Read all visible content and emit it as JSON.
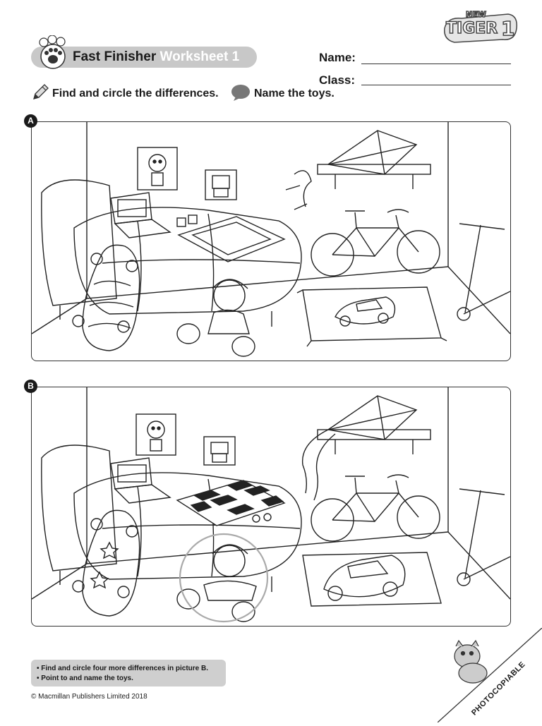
{
  "logo": {
    "small": "NEW",
    "main": "TIGER",
    "number": "1"
  },
  "header": {
    "title_a": "Fast Finisher",
    "title_b": "Worksheet 1"
  },
  "fields": {
    "name_label": "Name:",
    "class_label": "Class:"
  },
  "instructions": {
    "circle": "Find and circle the differences.",
    "name": "Name the toys."
  },
  "panels": {
    "a_label": "A",
    "b_label": "B"
  },
  "footer": {
    "line1": "• Find and circle four more differences in picture B.",
    "line2": "• Point to and name the toys.",
    "copyright": "© Macmillan Publishers Limited 2018",
    "photocopiable": "PHOTOCOPIABLE"
  },
  "colors": {
    "banner": "#c8c8c8",
    "ink": "#1a1a1a",
    "box": "#cfcfcf"
  }
}
